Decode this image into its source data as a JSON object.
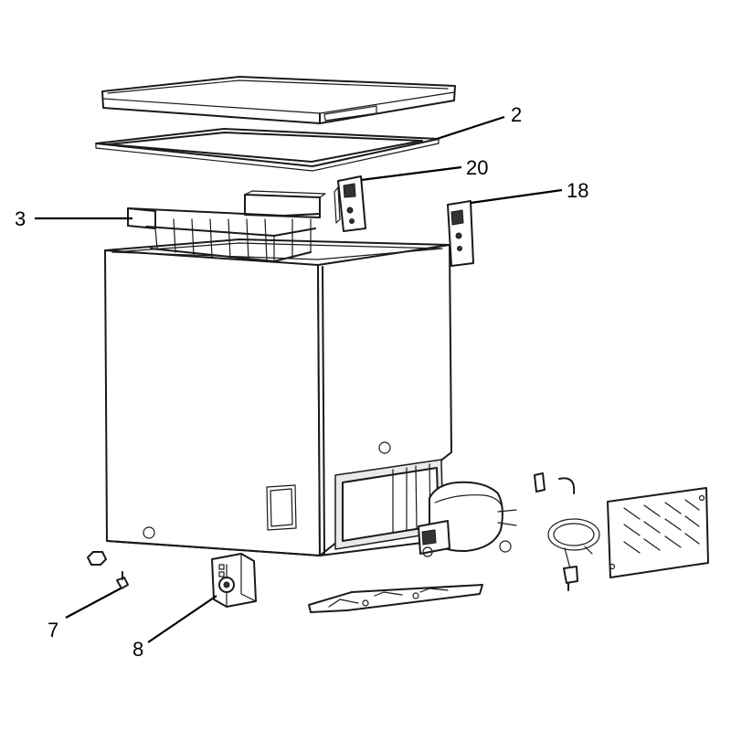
{
  "callouts": {
    "lid": "2",
    "basket": "3",
    "hinge_left": "20",
    "hinge_right": "18",
    "foot": "7",
    "thermostat": "8"
  }
}
